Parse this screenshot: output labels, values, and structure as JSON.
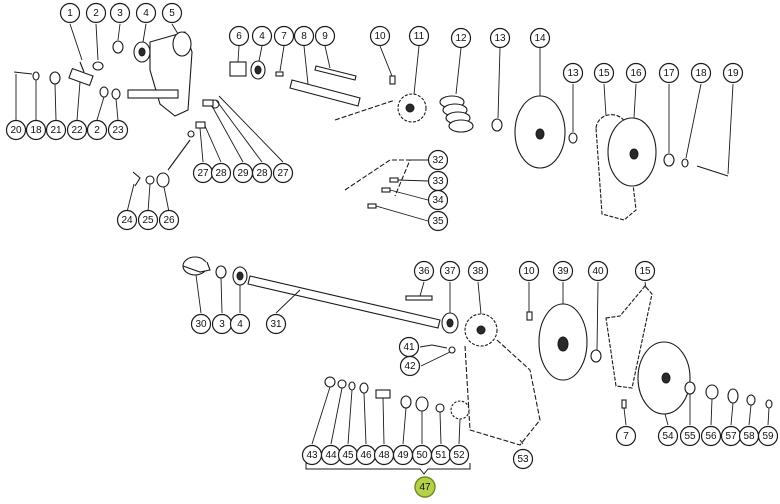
{
  "callouts": [
    {
      "label": "1"
    },
    {
      "label": "2"
    },
    {
      "label": "3"
    },
    {
      "label": "4"
    },
    {
      "label": "5"
    },
    {
      "label": "6"
    },
    {
      "label": "4"
    },
    {
      "label": "7"
    },
    {
      "label": "8"
    },
    {
      "label": "9"
    },
    {
      "label": "10"
    },
    {
      "label": "11"
    },
    {
      "label": "12"
    },
    {
      "label": "13"
    },
    {
      "label": "14"
    },
    {
      "label": "13"
    },
    {
      "label": "15"
    },
    {
      "label": "16"
    },
    {
      "label": "17"
    },
    {
      "label": "18"
    },
    {
      "label": "19"
    },
    {
      "label": "20"
    },
    {
      "label": "18"
    },
    {
      "label": "21"
    },
    {
      "label": "22"
    },
    {
      "label": "2"
    },
    {
      "label": "23"
    },
    {
      "label": "27"
    },
    {
      "label": "28"
    },
    {
      "label": "29"
    },
    {
      "label": "28"
    },
    {
      "label": "27"
    },
    {
      "label": "24"
    },
    {
      "label": "25"
    },
    {
      "label": "26"
    },
    {
      "label": "32"
    },
    {
      "label": "33"
    },
    {
      "label": "34"
    },
    {
      "label": "35"
    },
    {
      "label": "36"
    },
    {
      "label": "37"
    },
    {
      "label": "38"
    },
    {
      "label": "10"
    },
    {
      "label": "39"
    },
    {
      "label": "40"
    },
    {
      "label": "15"
    },
    {
      "label": "30"
    },
    {
      "label": "3"
    },
    {
      "label": "4"
    },
    {
      "label": "31"
    },
    {
      "label": "41"
    },
    {
      "label": "42"
    },
    {
      "label": "43"
    },
    {
      "label": "44"
    },
    {
      "label": "45"
    },
    {
      "label": "46"
    },
    {
      "label": "48"
    },
    {
      "label": "49"
    },
    {
      "label": "50"
    },
    {
      "label": "51"
    },
    {
      "label": "52"
    },
    {
      "label": "53"
    },
    {
      "label": "7"
    },
    {
      "label": "54"
    },
    {
      "label": "55"
    },
    {
      "label": "56"
    },
    {
      "label": "57"
    },
    {
      "label": "58"
    },
    {
      "label": "59"
    },
    {
      "label": "47"
    }
  ]
}
